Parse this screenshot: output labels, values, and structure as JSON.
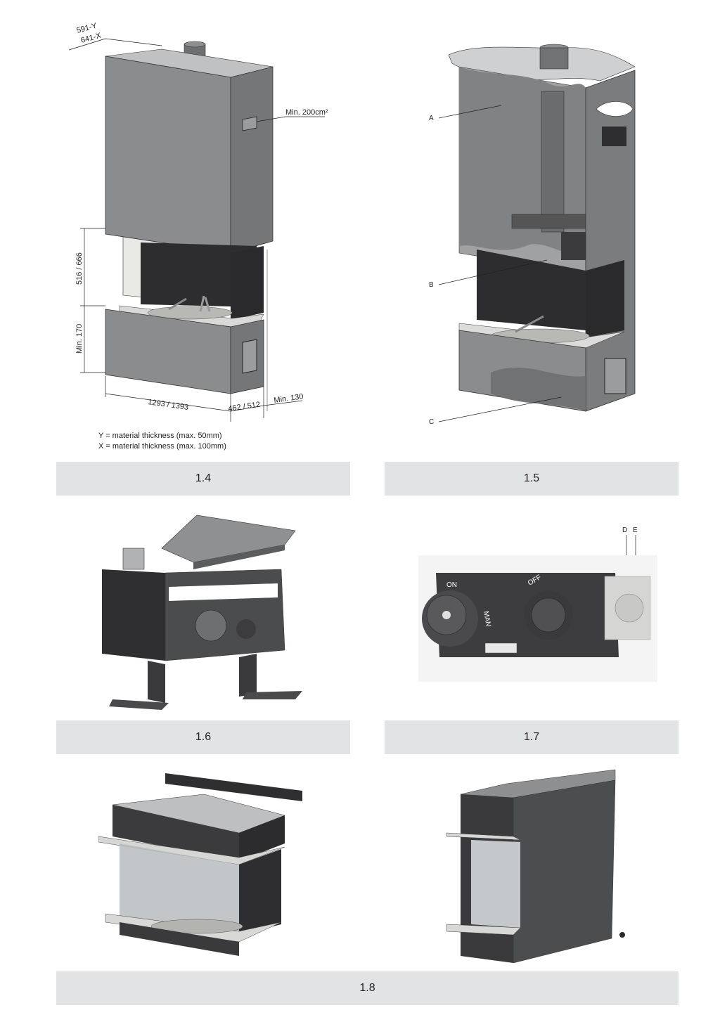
{
  "figures": {
    "fig_1_4": {
      "caption": "1.4",
      "dims": {
        "depth_y": "591-Y",
        "depth_x": "641-X",
        "vent": "Min. 200cm²",
        "opening_height": "516 / 666",
        "base_height": "Min. 170",
        "width": "1293 / 1393",
        "side": "462 / 512",
        "clearance": "Min. 130"
      },
      "notes": [
        "Y = material thickness (max. 50mm)",
        "X = material thickness (max. 100mm)"
      ]
    },
    "fig_1_5": {
      "caption": "1.5",
      "labels": [
        "A",
        "B",
        "C"
      ]
    },
    "fig_1_6": {
      "caption": "1.6"
    },
    "fig_1_7": {
      "caption": "1.7",
      "labels": [
        "D",
        "E"
      ],
      "knob_on": "ON",
      "knob_man": "MAN",
      "knob_off": "OFF"
    },
    "fig_1_8": {
      "caption": "1.8"
    }
  },
  "colors": {
    "caption_bg": "#e2e3e4",
    "panel_grey": "#8a8c8e",
    "dark_grey": "#3a3a3a"
  }
}
